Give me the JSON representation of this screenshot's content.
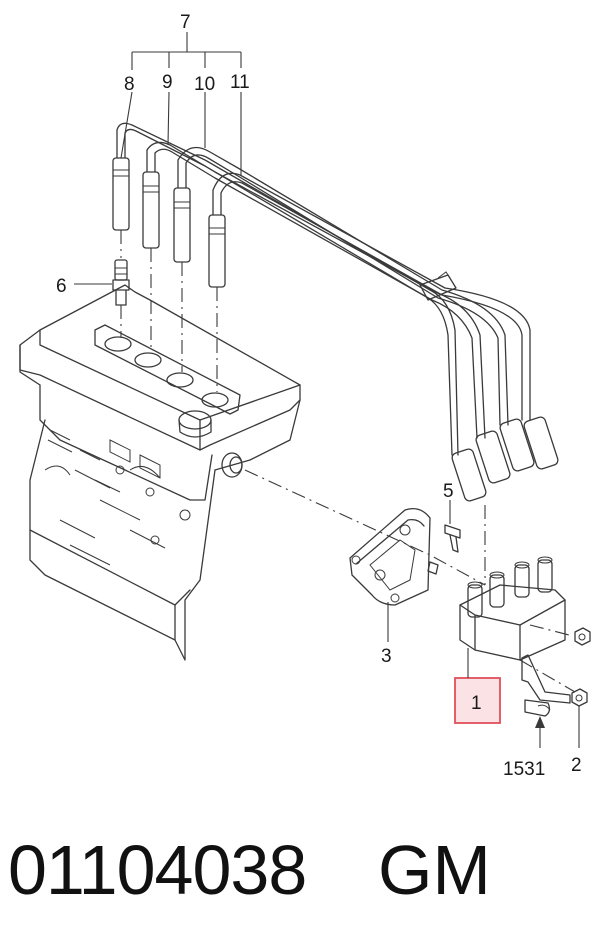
{
  "callouts": {
    "c7": "7",
    "c8": "8",
    "c9": "9",
    "c10": "10",
    "c11": "11",
    "c6": "6",
    "c5": "5",
    "c3": "3",
    "c1": "1",
    "c2": "2",
    "c1531": "1531"
  },
  "highlight_color": "#e0505a",
  "highlight_fill": "#fbe3e5",
  "footer": {
    "part_number": "01104038",
    "brand": "GM"
  }
}
